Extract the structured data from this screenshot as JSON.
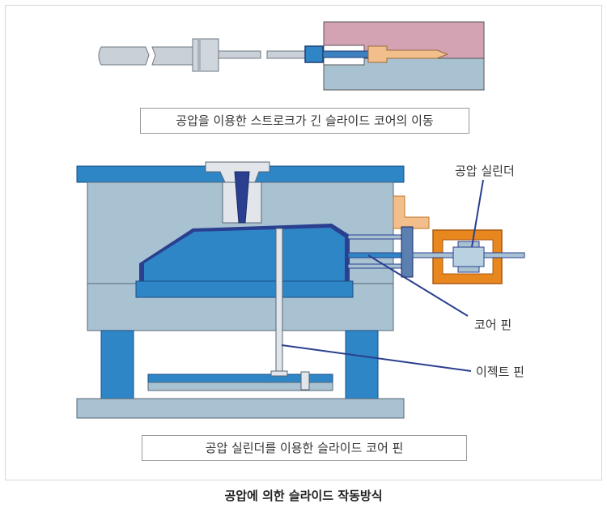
{
  "top_diagram": {
    "caption": "공압을 이용한 스트로크가 긴 슬라이드 코어의 이동"
  },
  "main_diagram": {
    "caption": "공압 실린더를 이용한 슬라이드 코어 핀",
    "labels": {
      "pneumatic_cylinder": "공압 실린더",
      "core_pin": "코어 핀",
      "ejector_pin": "이젝트 핀"
    }
  },
  "figure_title": "공압에 의한 슬라이드 작동방식",
  "colors": {
    "mold_plate": "#a9c2d2",
    "core_blue": "#2e86c6",
    "dark_blue": "#2a3f8f",
    "orange_frame": "#e8871e",
    "pink_plate": "#d3a2b3",
    "pin_orange": "#f2bf8c"
  }
}
